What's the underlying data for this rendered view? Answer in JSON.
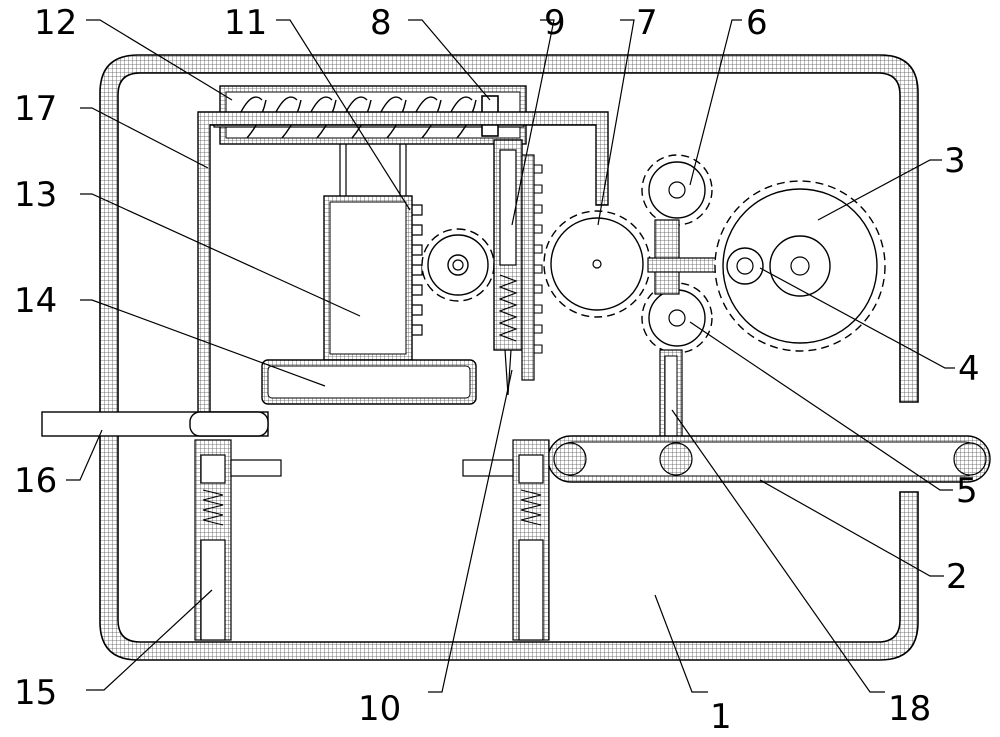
{
  "labels": {
    "l1": "1",
    "l2": "2",
    "l3": "3",
    "l4": "4",
    "l5": "5",
    "l6": "6",
    "l7": "7",
    "l8": "8",
    "l9": "9",
    "l10": "10",
    "l11": "11",
    "l12": "12",
    "l13": "13",
    "l14": "14",
    "l15": "15",
    "l16": "16",
    "l17": "17",
    "l18": "18"
  },
  "colors": {
    "stroke": "#000000",
    "hatch": "#444444",
    "background": "#ffffff"
  }
}
